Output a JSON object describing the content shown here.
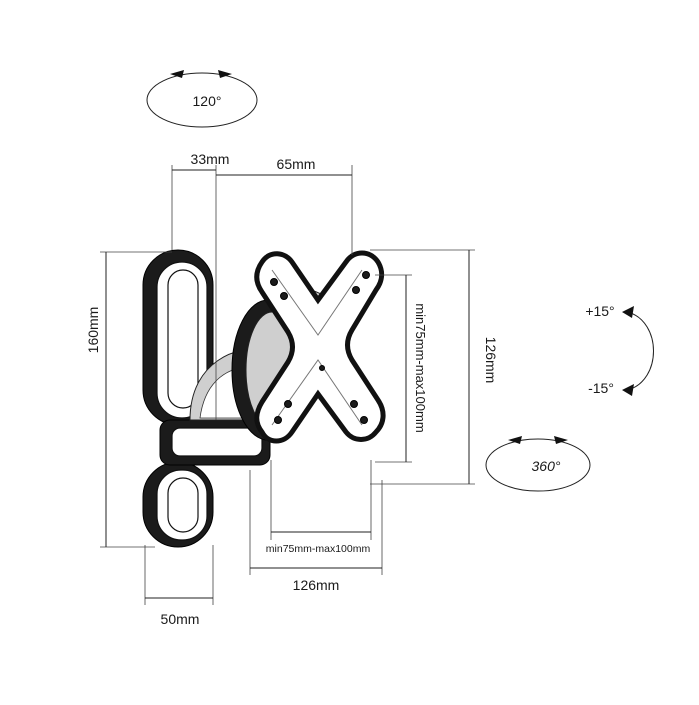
{
  "labels": {
    "swivel_arm": "120°",
    "rotation": "360°",
    "tilt_up": "+15°",
    "tilt_down": "-15°",
    "dim_33": "33mm",
    "dim_65": "65mm",
    "dim_160": "160mm",
    "dim_126_v": "126mm",
    "dim_126_h": "126mm",
    "dim_50": "50mm",
    "vesa_v": "min75mm-max100mm",
    "vesa_h": "min75mm-max100mm"
  },
  "colors": {
    "line": "#222222",
    "part_dark": "#1b1b1b",
    "part_gray": "#cfcfcf"
  }
}
